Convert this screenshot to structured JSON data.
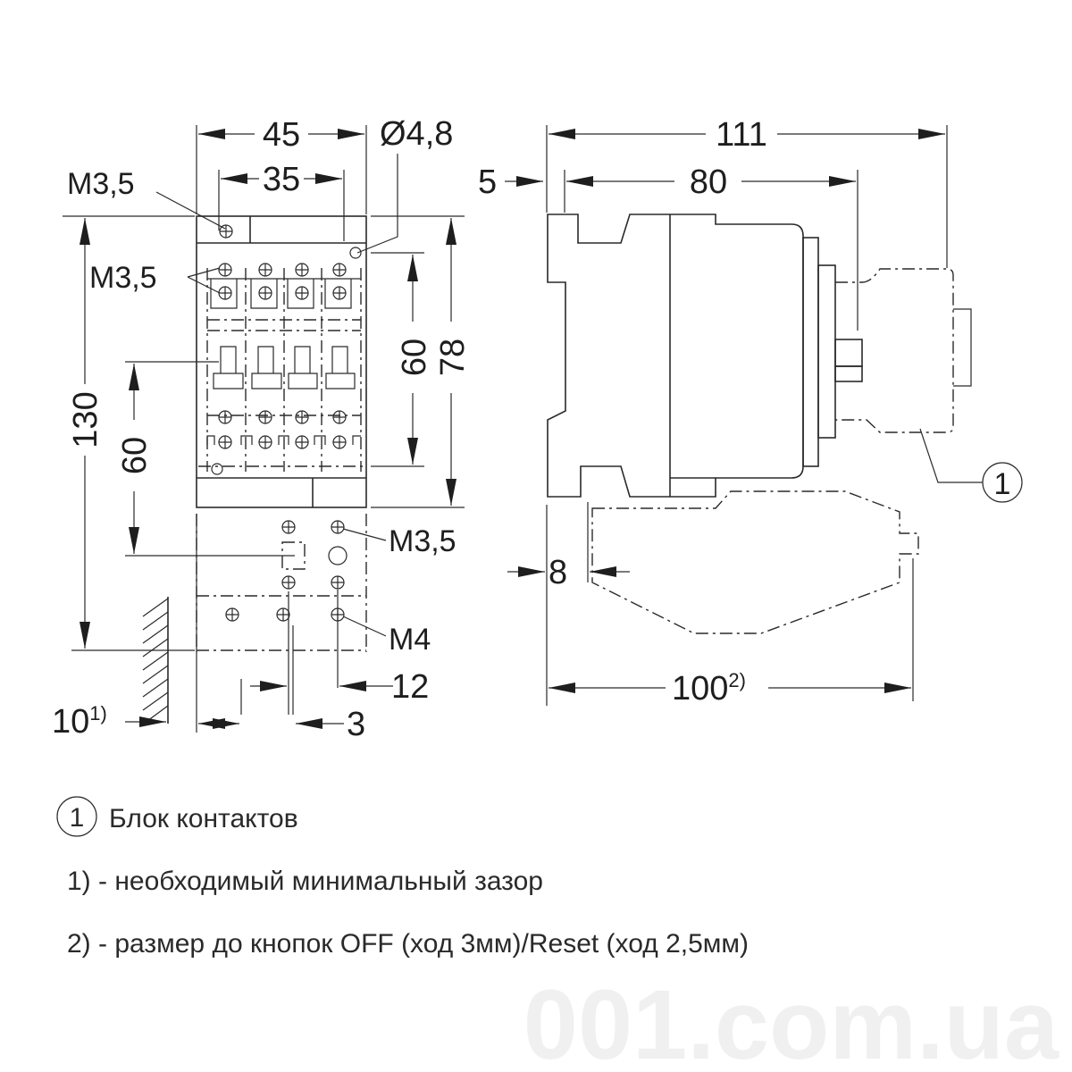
{
  "watermark": "001.com.ua",
  "front_view": {
    "dim_width_total": "45",
    "dim_width_holes": "35",
    "hole_diameter": "Ø4,8",
    "dim_height_total": "130",
    "dim_height_mount": "60",
    "dim_height_terminals": "60",
    "dim_height_body": "78",
    "screw_top": "M3,5",
    "screw_terminals": "M3,5",
    "screw_accessory": "M3,5",
    "screw_mount": "M4",
    "dim_clearance": "10",
    "dim_clearance_note": "1)",
    "dim_offset_12": "12",
    "dim_offset_3": "3"
  },
  "side_view": {
    "dim_depth_total": "111",
    "dim_depth_body": "80",
    "dim_offset_5": "5",
    "dim_offset_8": "8",
    "dim_buttons": "100",
    "dim_buttons_note": "2)",
    "callout_1": "1"
  },
  "legend": {
    "item_marker": "1",
    "item_text": "Блок контактов",
    "note_1": "1) - необходимый минимальный зазор",
    "note_2": "2) - размер до кнопок OFF (ход 3мм)/Reset (ход 2,5мм)"
  }
}
